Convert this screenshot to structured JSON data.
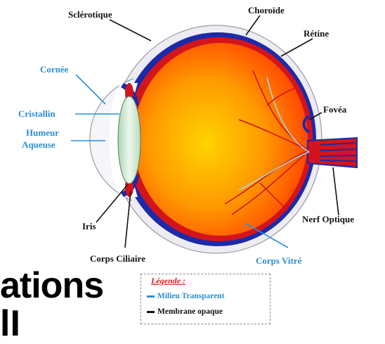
{
  "labels": {
    "sclerotique": "Sclérotique",
    "choroide": "Choroïde",
    "retine": "Rétine",
    "cornee": "Cornée",
    "cristallin": "Cristallin",
    "humeur_line1": "Humeur",
    "humeur_line2": "Aqueuse",
    "fovea": "Fovéa",
    "iris": "Iris",
    "nerf_optique": "Nerf Optique",
    "corps_ciliaire": "Corps Ciliaire",
    "corps_vitre": "Corps Vitré"
  },
  "big_text": {
    "line1": "ations",
    "line2": "lI"
  },
  "legend": {
    "title": "Légende :",
    "items": [
      {
        "label": "Milieu Transparent",
        "color": "#2a8fd8"
      },
      {
        "label": "Membrane opaque",
        "color": "#111111"
      }
    ]
  },
  "colors": {
    "label_black": "#111111",
    "label_blue": "#2a8fd8",
    "sclera": "#e8e8ee",
    "choroid": "#1c2aa8",
    "retina": "#d4141c",
    "vitreous_center": "#ffd400",
    "vitreous_edge": "#ff3a00",
    "lens": "#cfe8d0"
  }
}
